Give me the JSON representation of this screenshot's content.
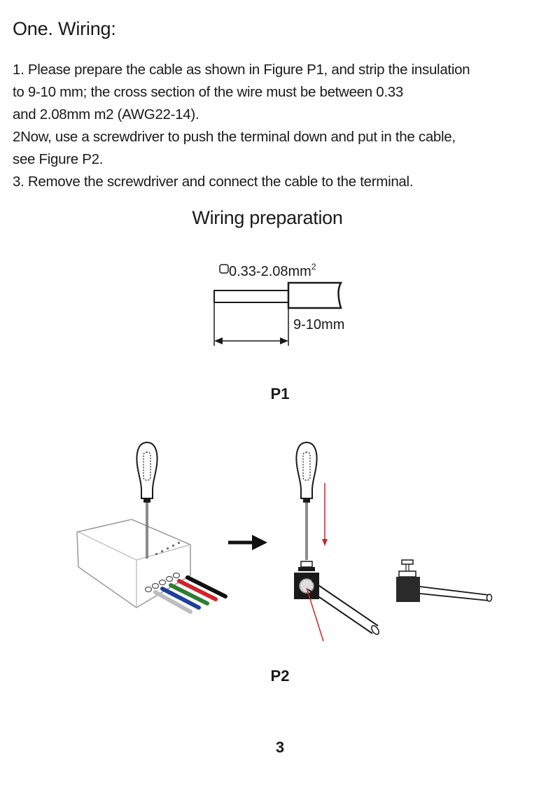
{
  "heading": "One. Wiring:",
  "steps": [
    "1. Please prepare the cable as shown in Figure P1, and strip the insulation",
    "to 9-10 mm; the cross section of the wire must be between 0.33",
    "and 2.08mm m2 (AWG22-14).",
    "2Now, use a screwdriver to push the terminal down and put in the cable,",
    "see Figure P2.",
    "3. Remove the screwdriver and connect the cable to the terminal."
  ],
  "section_title": "Wiring preparation",
  "p1": {
    "cross_section_label": "0.33-2.08mm",
    "cross_section_sup": "2",
    "strip_length_label": "9-10mm",
    "label": "P1"
  },
  "p2": {
    "label": "P2"
  },
  "page_number": "3",
  "colors": {
    "text": "#1a1a1a",
    "arrow_red": "#c0282d",
    "wire_red": "#d0232a",
    "wire_green": "#2e7d32",
    "wire_blue": "#1f3f9a",
    "wire_black": "#111111",
    "wire_gray": "#bdbdbd"
  }
}
